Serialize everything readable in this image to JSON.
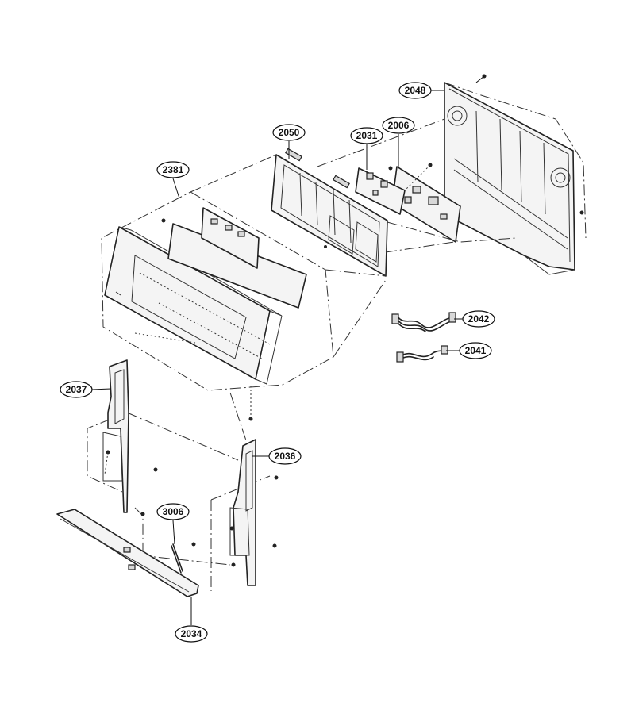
{
  "callouts": [
    {
      "id": "c2048",
      "label": "2048"
    },
    {
      "id": "c2050",
      "label": "2050"
    },
    {
      "id": "c2031",
      "label": "2031"
    },
    {
      "id": "c2006",
      "label": "2006"
    },
    {
      "id": "c2381",
      "label": "2381"
    },
    {
      "id": "c2042",
      "label": "2042"
    },
    {
      "id": "c2041",
      "label": "2041"
    },
    {
      "id": "c2037",
      "label": "2037"
    },
    {
      "id": "c2036",
      "label": "2036"
    },
    {
      "id": "c3006",
      "label": "3006"
    },
    {
      "id": "c2034",
      "label": "2034"
    }
  ]
}
